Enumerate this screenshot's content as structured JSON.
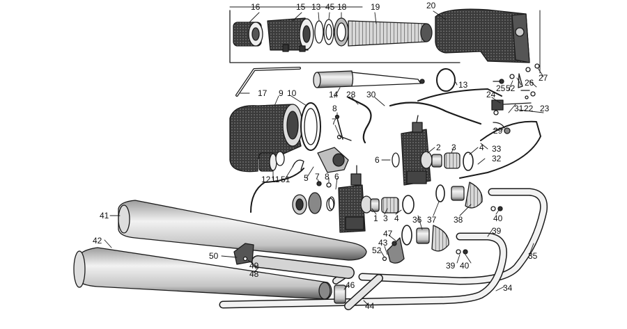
{
  "diagram": {
    "colors": {
      "ink": "#1a1a1a",
      "dark": "#2b2b2b",
      "mid": "#8a8a8a",
      "light": "#e6e6e6",
      "paper": "#ffffff"
    },
    "callouts": [
      {
        "id": "c16",
        "text": "16"
      },
      {
        "id": "c15",
        "text": "15"
      },
      {
        "id": "c13a",
        "text": "13"
      },
      {
        "id": "c45",
        "text": "45"
      },
      {
        "id": "c18",
        "text": "18"
      },
      {
        "id": "c19",
        "text": "19"
      },
      {
        "id": "c20",
        "text": "20"
      },
      {
        "id": "c27",
        "text": "27"
      },
      {
        "id": "c26",
        "text": "26"
      },
      {
        "id": "c25",
        "text": "25"
      },
      {
        "id": "c52a",
        "text": "52"
      },
      {
        "id": "c13b",
        "text": "13"
      },
      {
        "id": "c17",
        "text": "17"
      },
      {
        "id": "c9",
        "text": "9"
      },
      {
        "id": "c10",
        "text": "10"
      },
      {
        "id": "c14",
        "text": "14"
      },
      {
        "id": "c28",
        "text": "28"
      },
      {
        "id": "c30",
        "text": "30"
      },
      {
        "id": "c24",
        "text": "24"
      },
      {
        "id": "c31",
        "text": "31"
      },
      {
        "id": "c22",
        "text": "22"
      },
      {
        "id": "c23",
        "text": "23"
      },
      {
        "id": "c8a",
        "text": "8"
      },
      {
        "id": "c7a",
        "text": "7"
      },
      {
        "id": "c29",
        "text": "29"
      },
      {
        "id": "c6a",
        "text": "6"
      },
      {
        "id": "c2",
        "text": "2"
      },
      {
        "id": "c3a",
        "text": "3"
      },
      {
        "id": "c4a",
        "text": "4"
      },
      {
        "id": "c33",
        "text": "33"
      },
      {
        "id": "c32",
        "text": "32"
      },
      {
        "id": "c12",
        "text": "12"
      },
      {
        "id": "c11",
        "text": "11"
      },
      {
        "id": "c51",
        "text": "51"
      },
      {
        "id": "c5",
        "text": "5"
      },
      {
        "id": "c7b",
        "text": "7"
      },
      {
        "id": "c8b",
        "text": "8"
      },
      {
        "id": "c6b",
        "text": "6"
      },
      {
        "id": "c41",
        "text": "41"
      },
      {
        "id": "c1",
        "text": "1"
      },
      {
        "id": "c3b",
        "text": "3"
      },
      {
        "id": "c4b",
        "text": "4"
      },
      {
        "id": "c36",
        "text": "36"
      },
      {
        "id": "c37",
        "text": "37"
      },
      {
        "id": "c38",
        "text": "38"
      },
      {
        "id": "c40a",
        "text": "40"
      },
      {
        "id": "c39a",
        "text": "39"
      },
      {
        "id": "c42",
        "text": "42"
      },
      {
        "id": "c47",
        "text": "47"
      },
      {
        "id": "c43",
        "text": "43"
      },
      {
        "id": "c52b",
        "text": "52"
      },
      {
        "id": "c50",
        "text": "50"
      },
      {
        "id": "c49",
        "text": "49"
      },
      {
        "id": "c48",
        "text": "48"
      },
      {
        "id": "c39b",
        "text": "39"
      },
      {
        "id": "c40b",
        "text": "40"
      },
      {
        "id": "c35",
        "text": "35"
      },
      {
        "id": "c46",
        "text": "46"
      },
      {
        "id": "c34",
        "text": "34"
      },
      {
        "id": "c44",
        "text": "44"
      }
    ]
  }
}
